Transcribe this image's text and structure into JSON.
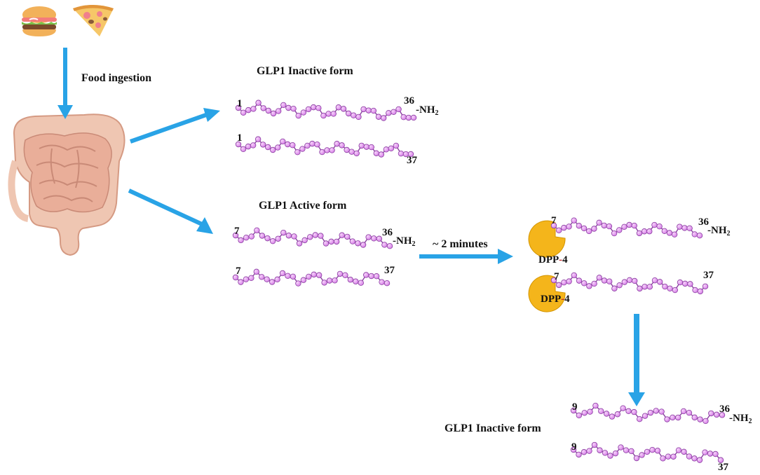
{
  "diagram": {
    "food_label": "Food ingestion",
    "inactive_title_1": "GLP1 Inactive form",
    "active_title": "GLP1 Active form",
    "inactive_title_2": "GLP1 Inactive form",
    "time_label": "~ 2 minutes",
    "enzyme": {
      "prefix": "DPP",
      "dash": "-",
      "suffix": "4"
    },
    "amide": "-NH",
    "amide_sub": "2",
    "chains": {
      "inactive_amidated": {
        "start": "1",
        "end": "36"
      },
      "inactive_gly": {
        "start": "1",
        "end": "37"
      },
      "active_amidated": {
        "start": "7",
        "end": "36"
      },
      "active_gly": {
        "start": "7",
        "end": "37"
      },
      "bound_amidated": {
        "start": "7",
        "end": "36"
      },
      "bound_gly": {
        "start": "7",
        "end": "37"
      },
      "cleaved_amidated": {
        "start": "9",
        "end": "36"
      },
      "cleaved_gly": {
        "start": "9",
        "end": "37"
      }
    }
  },
  "colors": {
    "arrow": "#29a3e6",
    "bead_fill": "#e79cf2",
    "bead_stroke": "#8a3fa0",
    "enzyme": "#f4b51b",
    "dash": "#c62828"
  },
  "icons": [
    "hamburger-icon",
    "pizza-slice-icon",
    "intestine-icon",
    "dpp4-enzyme-icon"
  ]
}
